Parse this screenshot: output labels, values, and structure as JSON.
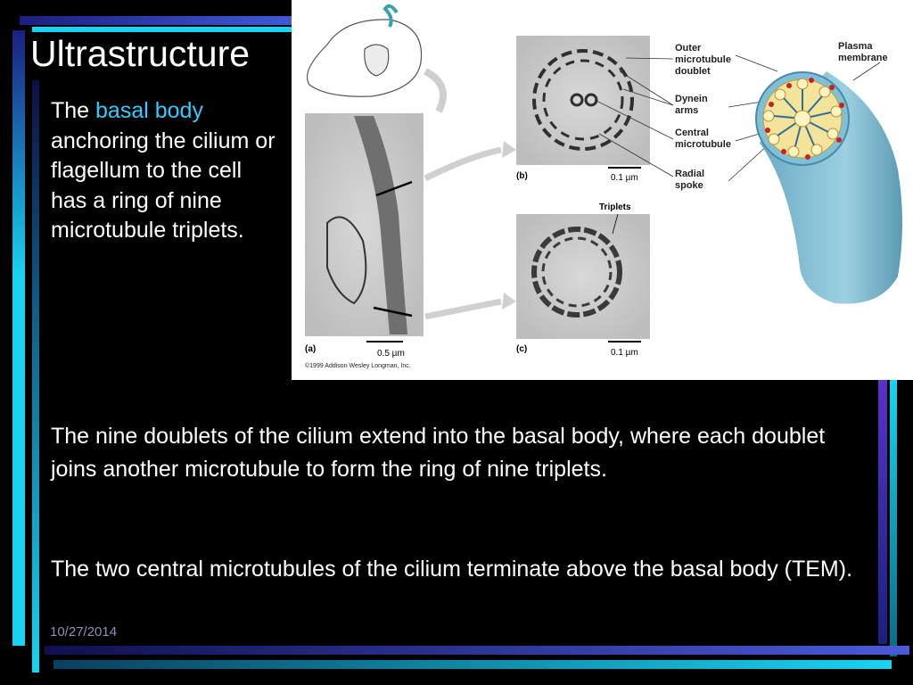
{
  "slide": {
    "title": "Ultrastructure",
    "intro_prefix": "The ",
    "intro_highlight": "basal body",
    "intro_suffix": " anchoring the cilium or flagellum to the cell has a ring of nine microtubule triplets.",
    "paragraph1": "The nine doublets of the cilium extend into the basal body, where each doublet joins another microtubule to form the ring of nine triplets.",
    "paragraph2": "The two central microtubules of the cilium terminate above the basal body (TEM).",
    "date": "10/27/2014"
  },
  "figure": {
    "panel_a": "(a)",
    "panel_b": "(b)",
    "panel_c": "(c)",
    "scale_a": "0.5 µm",
    "scale_b": "0.1 µm",
    "scale_c": "0.1 µm",
    "triplets": "Triplets",
    "outer_doublet_1": "Outer",
    "outer_doublet_2": "microtubule",
    "outer_doublet_3": "doublet",
    "dynein_1": "Dynein",
    "dynein_2": "arms",
    "central_1": "Central",
    "central_2": "microtubule",
    "radial_1": "Radial",
    "radial_2": "spoke",
    "plasma_1": "Plasma",
    "plasma_2": "membrane",
    "copyright": "©1999 Addison Wesley Longman, Inc."
  },
  "colors": {
    "accent": "#33ccff",
    "bar_cyan": "#19d3f0",
    "bar_purple": "#5a32c8",
    "bar_navy": "#1a2080",
    "date": "#8f8fb8"
  }
}
